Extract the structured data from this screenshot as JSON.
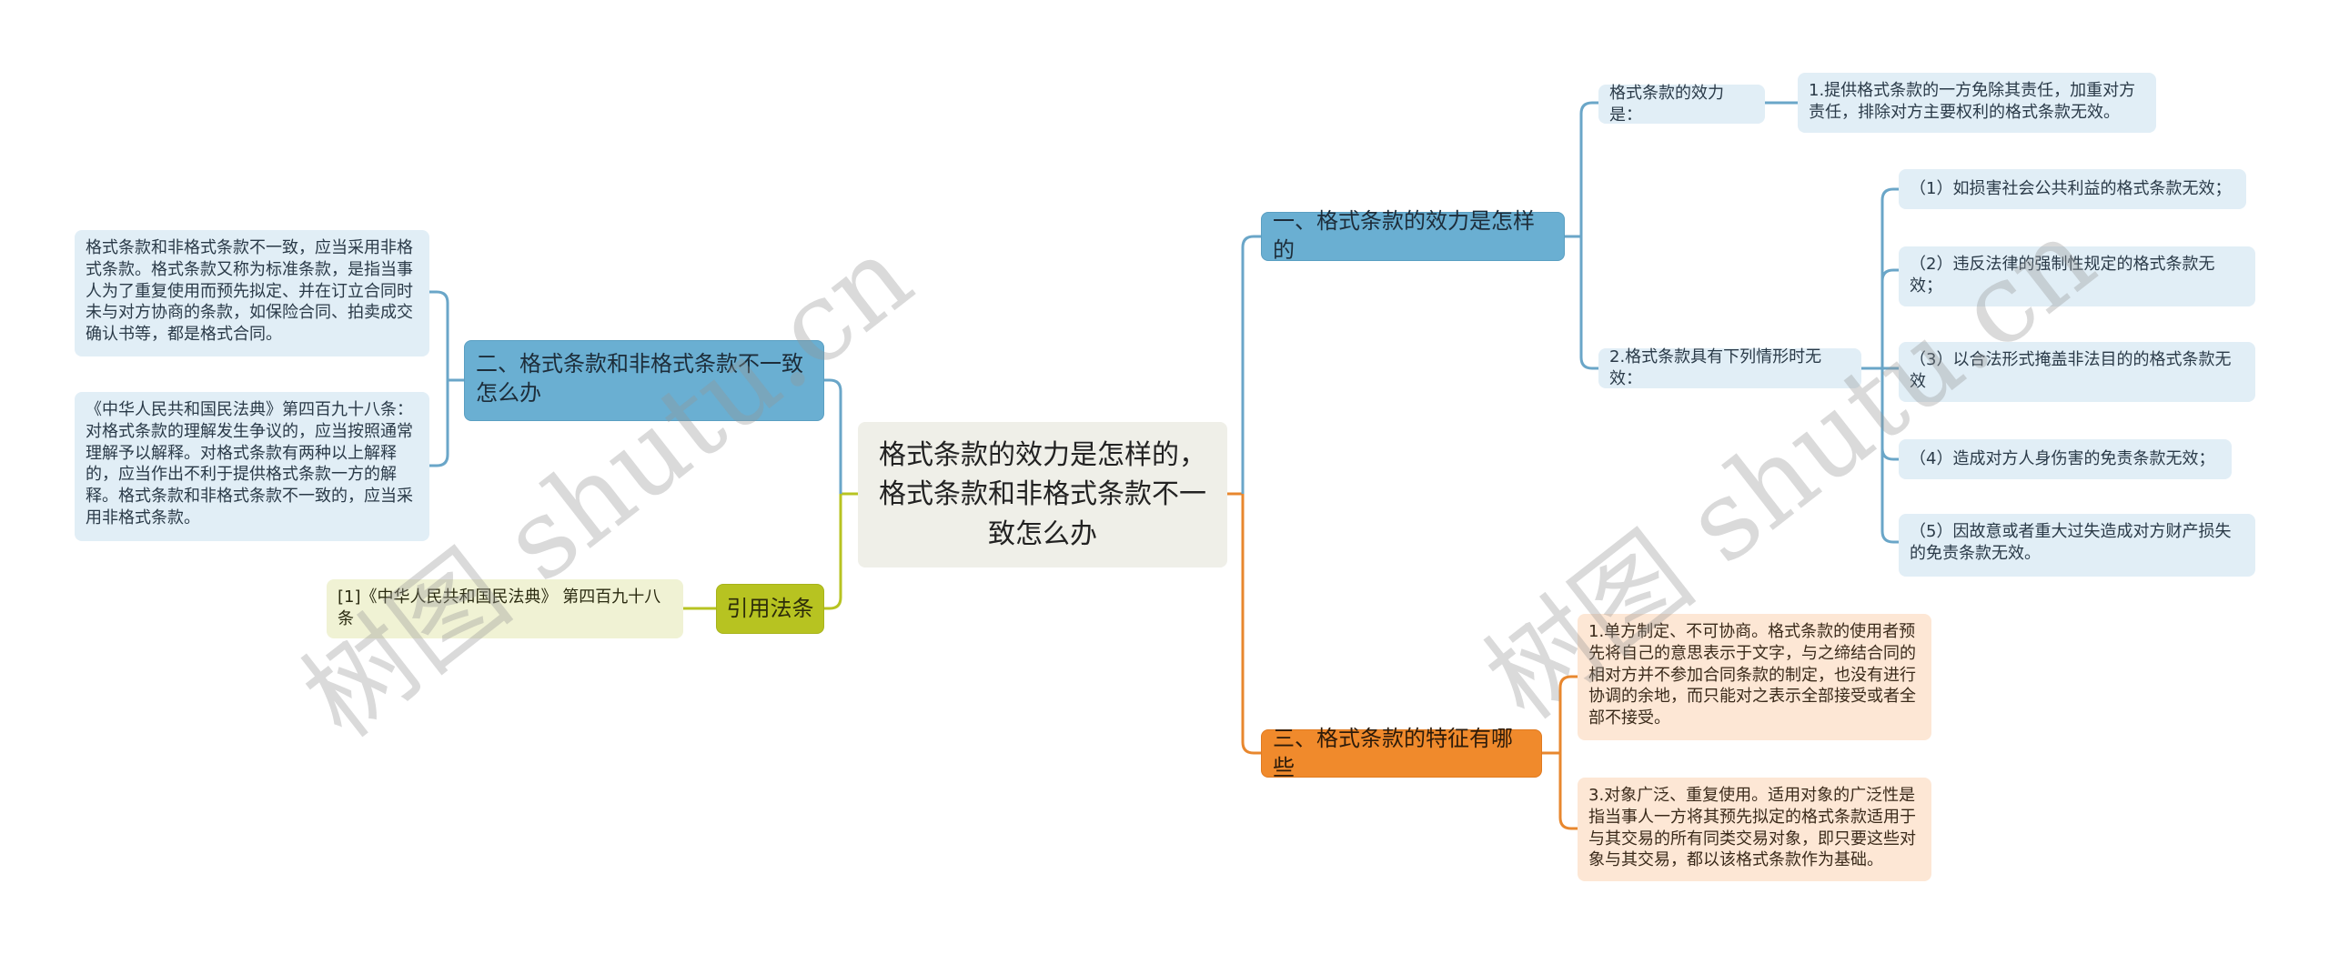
{
  "root": {
    "title": "格式条款的效力是怎样的，格式条款和非格式条款不一致怎么办"
  },
  "branches": {
    "effect": {
      "label": "一、格式条款的效力是怎样的",
      "children": {
        "effect_is": {
          "label": "格式条款的效力是：",
          "detail": "1.提供格式条款的一方免除其责任，加重对方责任，排除对方主要权利的格式条款无效。"
        },
        "invalid_cases": {
          "label": "2.格式条款具有下列情形时无效：",
          "items": [
            "（1）如损害社会公共利益的格式条款无效；",
            "（2）违反法律的强制性规定的格式条款无效；",
            "（3）以合法形式掩盖非法目的的格式条款无效",
            "（4）造成对方人身伤害的免责条款无效；",
            "（5）因故意或者重大过失造成对方财产损失的免责条款无效。"
          ]
        }
      }
    },
    "inconsistent": {
      "label": "二、格式条款和非格式条款不一致怎么办",
      "items": [
        "格式条款和非格式条款不一致，应当采用非格式条款。格式条款又称为标准条款，是指当事人为了重复使用而预先拟定、并在订立合同时未与对方协商的条款，如保险合同、拍卖成交确认书等，都是格式合同。",
        "《中华人民共和国民法典》第四百九十八条：对格式条款的理解发生争议的，应当按照通常理解予以解释。对格式条款有两种以上解释的，应当作出不利于提供格式条款一方的解释。格式条款和非格式条款不一致的，应当采用非格式条款。"
      ]
    },
    "features": {
      "label": "三、格式条款的特征有哪些",
      "items": [
        "1.单方制定、不可协商。格式条款的使用者预先将自己的意思表示于文字，与之缔结合同的相对方并不参加合同条款的制定，也没有进行协调的余地，而只能对之表示全部接受或者全部不接受。",
        "3.对象广泛、重复使用。适用对象的广泛性是指当事人一方将其预先拟定的格式条款适用于与其交易的所有同类交易对象，即只要这些对象与其交易，都以该格式条款作为基础。"
      ]
    },
    "citation": {
      "label": "引用法条",
      "items": [
        "[1]《中华人民共和国民法典》 第四百九十八条"
      ]
    }
  },
  "watermark": {
    "text": "树图 shutu.cn"
  },
  "colors": {
    "blue_line": "#6aa6c8",
    "orange_line": "#e8872e",
    "green_line": "#b7c321",
    "root_bg": "#efefe8"
  }
}
